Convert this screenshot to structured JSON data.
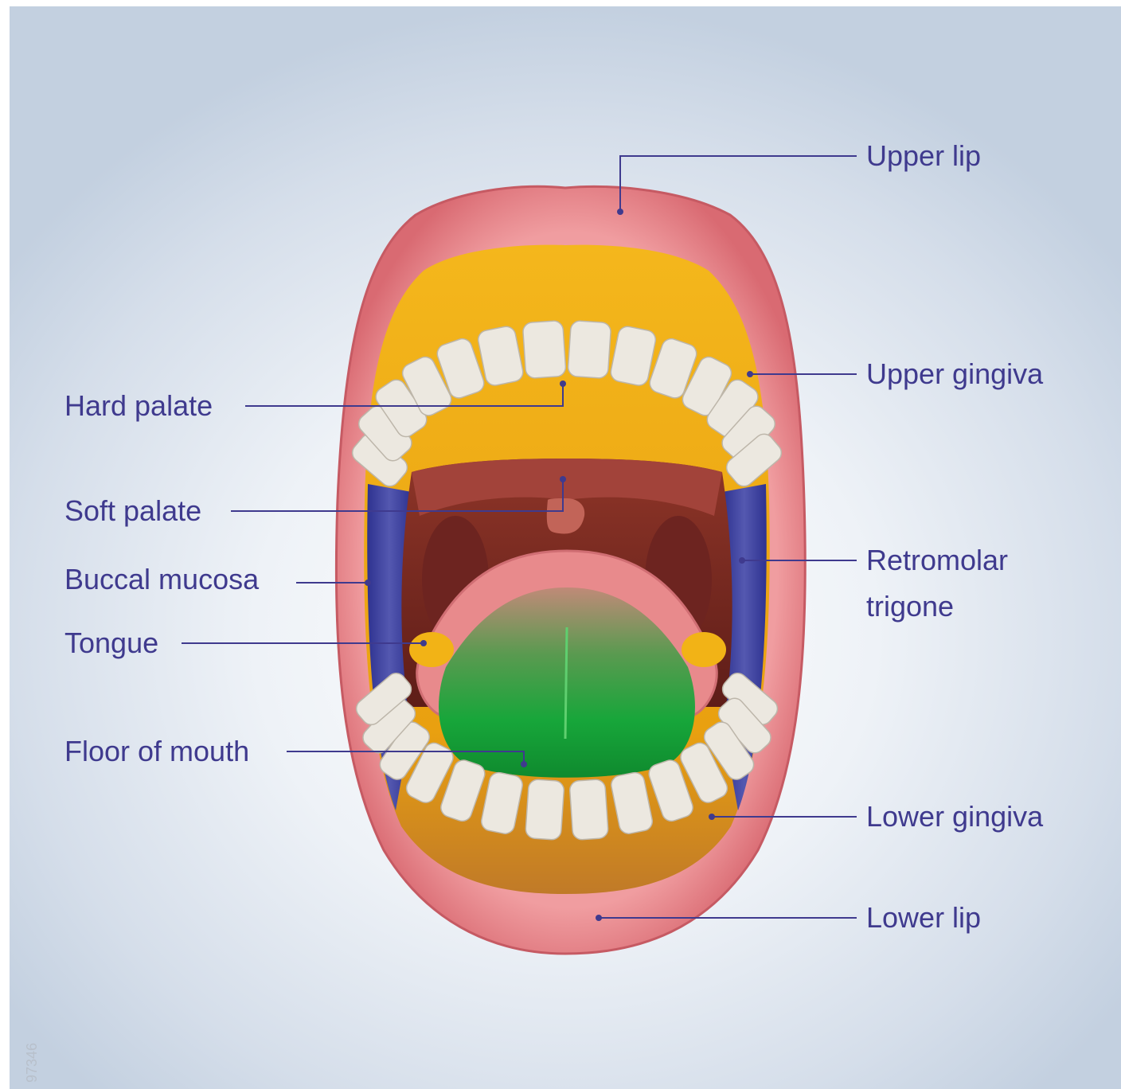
{
  "labels": {
    "upper_lip": "Upper lip",
    "upper_gingiva": "Upper gingiva",
    "hard_palate": "Hard palate",
    "soft_palate": "Soft palate",
    "buccal_mucosa": "Buccal mucosa",
    "retromolar_trigone_line1": "Retromolar",
    "retromolar_trigone_line2": "trigone",
    "tongue": "Tongue",
    "floor_of_mouth": "Floor of mouth",
    "lower_gingiva": "Lower gingiva",
    "lower_lip": "Lower lip"
  },
  "figure_id": "97346",
  "colors": {
    "leader_lines": "#3f3a8e",
    "lips": "#e27d82",
    "gingiva": "#f2b316",
    "buccal_mucosa": "#3b3f9a",
    "floor_of_mouth": "#1fa83c",
    "teeth": "#ece8e0",
    "throat": "#9b3a2e"
  }
}
